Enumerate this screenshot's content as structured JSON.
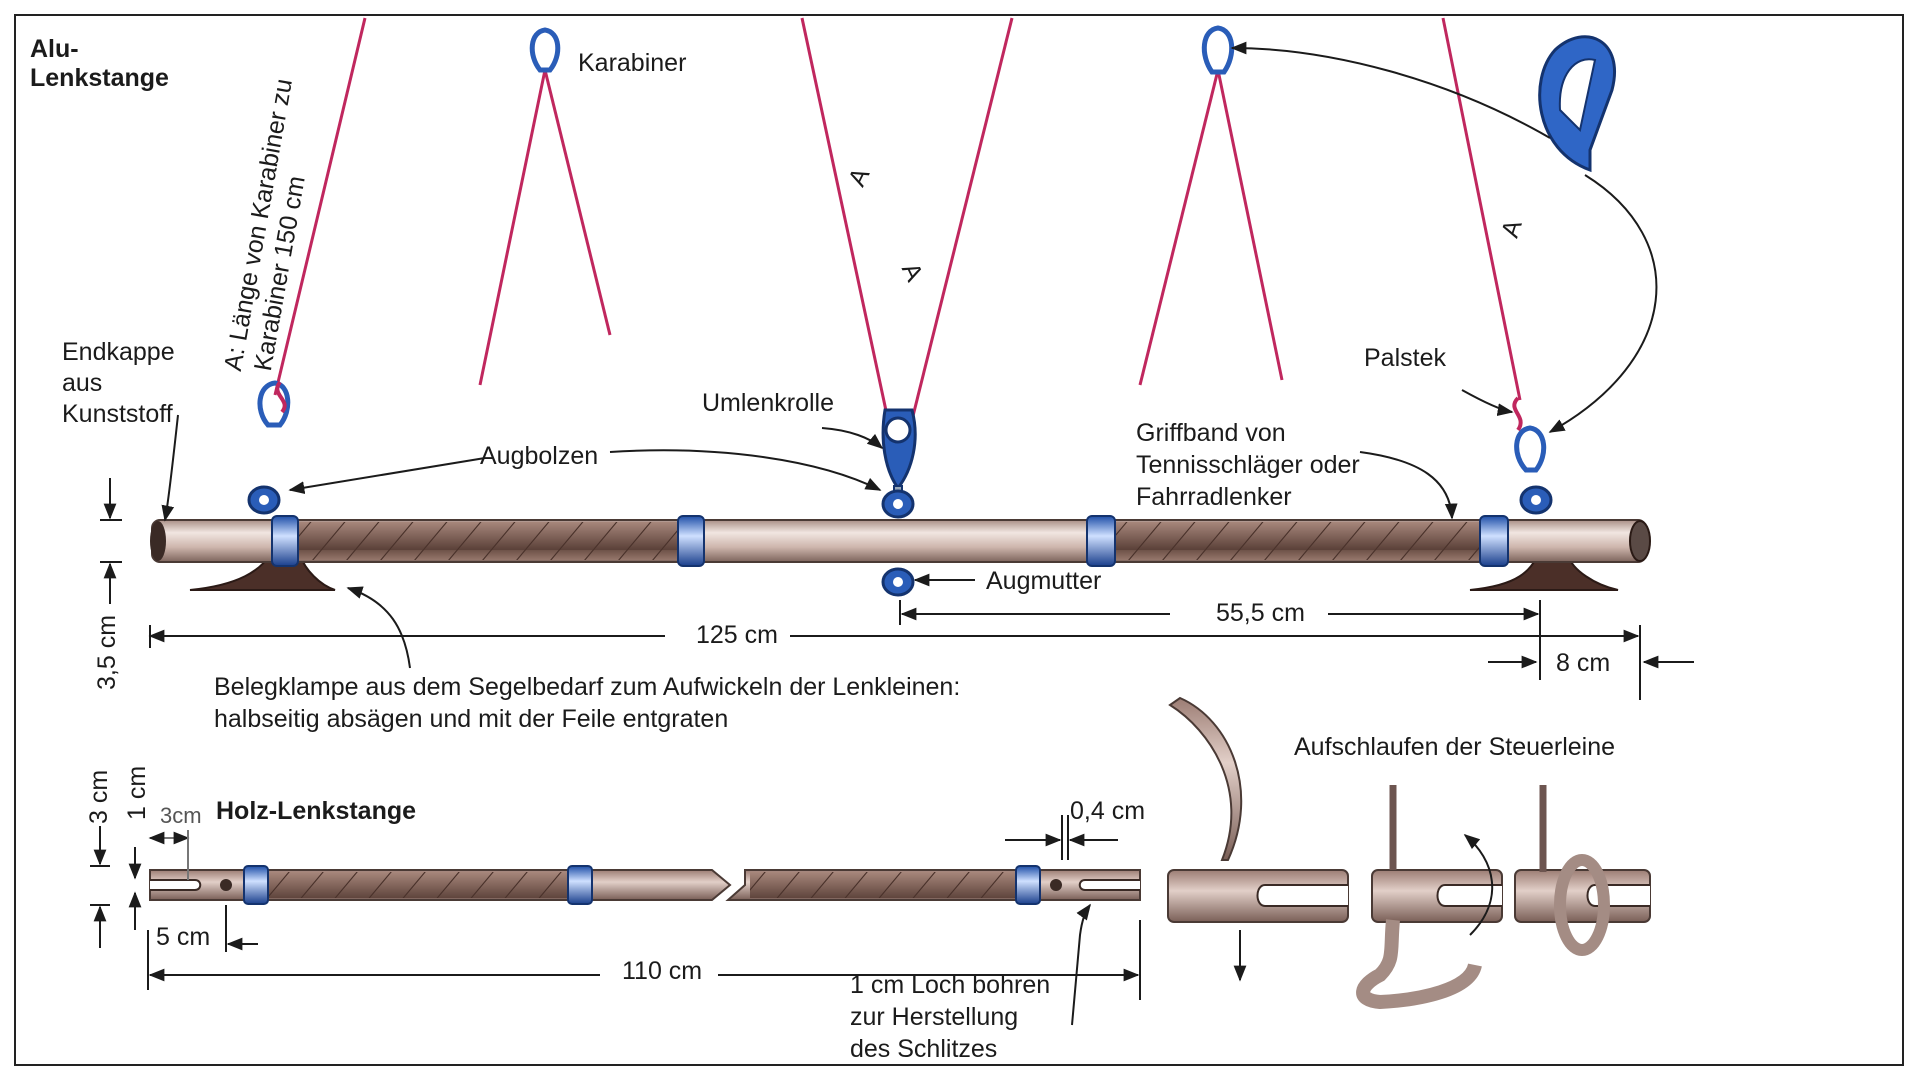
{
  "titles": {
    "alu_line1": "Alu-",
    "alu_line2": "Lenkstange",
    "holz": "Holz-Lenkstange"
  },
  "labels": {
    "karabiner": "Karabiner",
    "length_a_line1": "A: Länge von Karabiner zu",
    "length_a_line2": "Karabiner 150 cm",
    "endkappe_line1": "Endkappe",
    "endkappe_line2": "aus",
    "endkappe_line3": "Kunststoff",
    "augbolzen": "Augbolzen",
    "umlenkrolle": "Umlenkrolle",
    "griffband_line1": "Griffband von",
    "griffband_line2": "Tennisschläger oder",
    "griffband_line3": "Fahrradlenker",
    "palstek": "Palstek",
    "augmutter": "Augmutter",
    "belegklampe_line1": "Belegklampe aus dem Segelbedarf zum Aufwickeln der Lenkleinen:",
    "belegklampe_line2": "halbseitig absägen und mit der Feile entgraten",
    "aufschlaufen": "Aufschlaufen der Steuerleine",
    "loch_line1": "1 cm Loch bohren",
    "loch_line2": "zur Herstellung",
    "loch_line3": "des Schlitzes",
    "line_marker": "A"
  },
  "dimensions": {
    "alu_length": "125 cm",
    "half_span": "55,5 cm",
    "end_offset": "8 cm",
    "alu_diameter": "3,5 cm",
    "holz_length": "110 cm",
    "holz_diameter": "3 cm",
    "slot_width_a": "1 cm",
    "slot_depth": "3cm",
    "hole_offset": "5 cm",
    "slot_width_b": "0,4 cm"
  },
  "colors": {
    "line": "#c0275e",
    "metal": "#2a5db8",
    "tube": "#d8c4bc",
    "grip": "#8a6a5e",
    "ink": "#1b1b1b"
  }
}
